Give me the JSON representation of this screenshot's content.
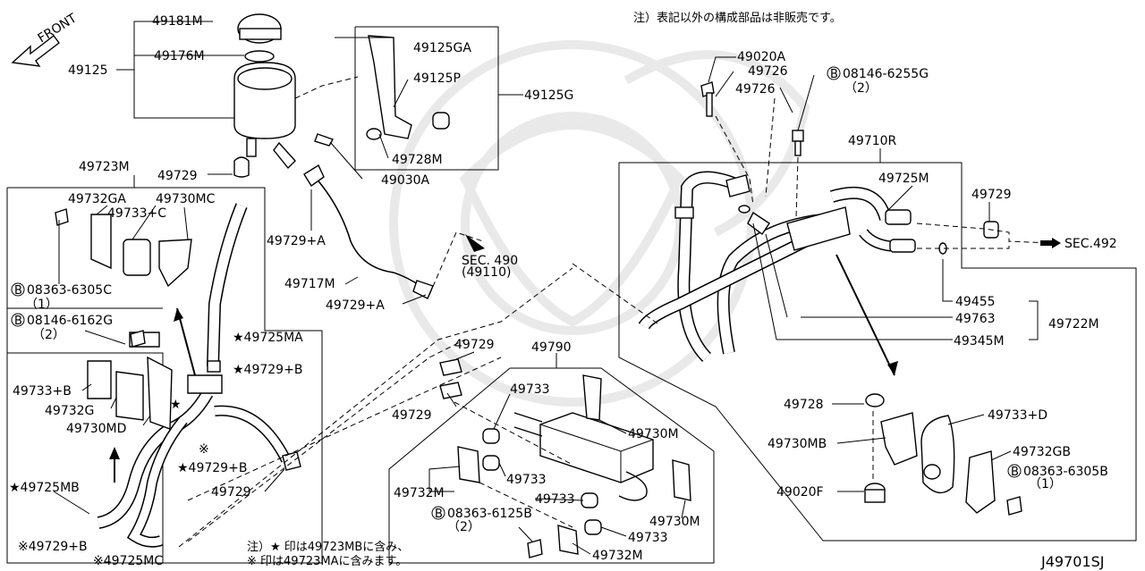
{
  "header_note": "注）表記以外の構成部品は非販売です。",
  "front_label": "FRONT",
  "diagram_code": "J49701SJ",
  "footnote": {
    "line1": "注）★ 印は49723MBに含み、",
    "line2": "※ 印は49723MAに含みます。"
  },
  "labels": {
    "p49181M": "49181M",
    "p49176M": "49176M",
    "p49125": "49125",
    "p49125GA": "49125GA",
    "p49125P": "49125P",
    "p49125G": "49125G",
    "p49728M": "49728M",
    "p49030A": "49030A",
    "p49729_a": "49729",
    "p49723M": "49723M",
    "p49732GA": "49732GA",
    "p49730MC": "49730MC",
    "p49733C": "49733+C",
    "b08363_6305C": "08363-6305C",
    "b08363_6305C_qty": "（1）",
    "b08146_6162G": "08146-6162G",
    "b08146_6162G_qty": "（2）",
    "p49729A_1": "49729+A",
    "p49717M": "49717M",
    "p49729A_2": "49729+A",
    "sec490": "SEC. 490",
    "sec490_sub": "(49110)",
    "p49725MA": "★49725MA",
    "p49729B_1": "★49729+B",
    "p49733B": "49733+B",
    "p49732G": "49732G",
    "p49730MD": "49730MD",
    "p49729B_2": "★49729+B",
    "p49725MB": "★49725MB",
    "p49729_b": "49729",
    "p49729B_3": "※49729+B",
    "p49725MC": "※49725MC",
    "star_mark": "★",
    "kome_mark": "※",
    "p49729_c": "49729",
    "p49790": "49790",
    "p49729_d": "49729",
    "p49733_1": "49733",
    "p49730M_1": "49730M",
    "p49733_2": "49733",
    "p49732M_1": "49732M",
    "p49733_3": "49733",
    "b08363_6125B": "08363-6125B",
    "b08363_6125B_qty": "（2）",
    "p49730M_2": "49730M",
    "p49733_4": "49733",
    "p49732M_2": "49732M",
    "p49020A": "49020A",
    "p49726_1": "49726",
    "p49726_2": "49726",
    "b08146_6255G": "08146-6255G",
    "b08146_6255G_qty": "（2）",
    "p49710R": "49710R",
    "p49725M": "49725M",
    "p49729_e": "49729",
    "sec492": "SEC.492",
    "p49455": "49455",
    "p49763": "49763",
    "p49722M": "49722M",
    "p49345M": "49345M",
    "p49728": "49728",
    "p49733D": "49733+D",
    "p49730MB": "49730MB",
    "p49732GB": "49732GB",
    "b08363_6305B": "08363-6305B",
    "b08363_6305B_qty": "（1）",
    "p49020F": "49020F",
    "bolt_mark": "B"
  }
}
